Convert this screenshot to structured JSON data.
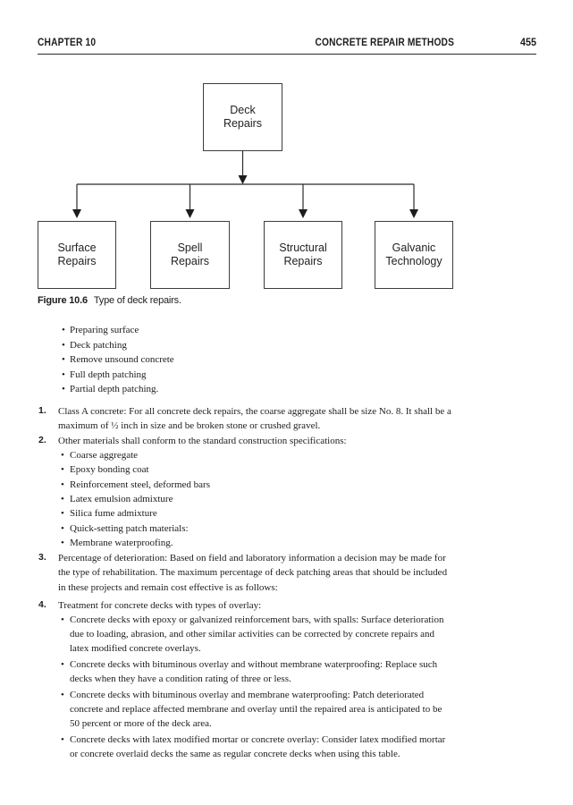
{
  "header": {
    "chapter": "CHAPTER 10",
    "title": "CONCRETE REPAIR METHODS",
    "page_number": "455"
  },
  "figure": {
    "root_label": "Deck Repairs",
    "children": [
      "Surface Repairs",
      "Spell Repairs",
      "Structural Repairs",
      "Galvanic Technology"
    ],
    "caption_label": "Figure 10.6",
    "caption_text": "Type of deck repairs."
  },
  "glyphs": {
    "bullet": "•"
  },
  "intro_bullets": [
    "Preparing surface",
    "Deck patching",
    "Remove unsound concrete",
    "Full depth patching",
    "Partial depth patching."
  ],
  "items": [
    {
      "number": "1.",
      "text": "Class A concrete: For all concrete deck repairs, the coarse aggregate shall be size No. 8. It shall be a maximum of ½ inch in size and be broken stone or crushed gravel.",
      "bullets": []
    },
    {
      "number": "2.",
      "text": "Other materials shall conform to the standard construction specifications:",
      "bullets": [
        "Coarse aggregate",
        "Epoxy bonding coat",
        "Reinforcement steel, deformed bars",
        "Latex emulsion admixture",
        "Silica fume admixture",
        "Quick-setting patch materials:",
        "Membrane waterproofing."
      ]
    },
    {
      "number": "3.",
      "text": "Percentage of deterioration: Based on field and laboratory information a decision may be made for the type of rehabilitation. The maximum percentage of deck patching areas that should be included in these projects and remain cost effective is as follows:",
      "bullets": []
    },
    {
      "number": "4.",
      "text": "Treatment for concrete decks with types of overlay:",
      "bullets": [
        "Concrete decks with epoxy or galvanized reinforcement bars, with spalls: Surface deterioration due to loading, abrasion, and other similar activities can be corrected by concrete repairs and latex modified concrete overlays.",
        "Concrete decks with bituminous overlay and without membrane waterproofing: Replace such decks when they have a condition rating of three or less.",
        "Concrete decks with bituminous overlay and membrane waterproofing: Patch deteriorated concrete and replace affected membrane and overlay until the repaired area is anticipated to be 50 percent or more of the deck area.",
        "Concrete decks with latex modified mortar or concrete overlay: Consider latex modified mortar or concrete overlaid decks the same as regular concrete decks when using this table."
      ]
    }
  ],
  "colors": {
    "text": "#1c1c1c",
    "line": "#2b2b2b",
    "border": "#3d3d3d"
  }
}
